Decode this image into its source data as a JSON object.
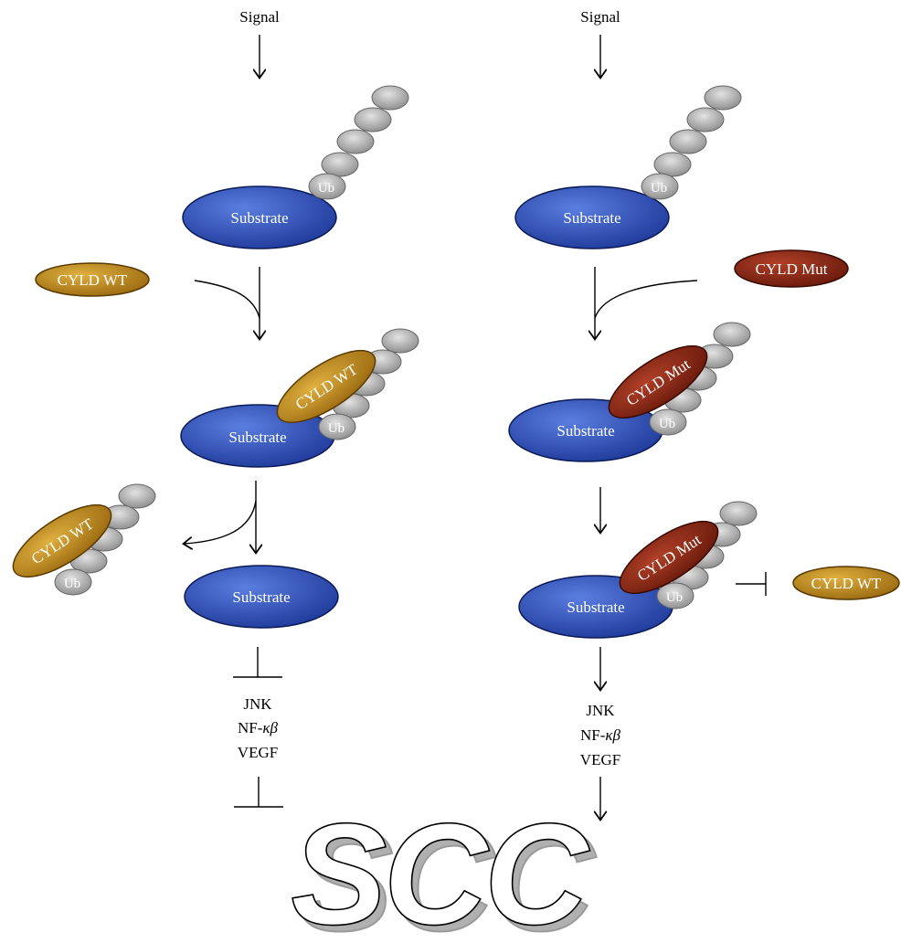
{
  "left": {
    "signal": "Signal",
    "substrate1": "Substrate",
    "ub1": "Ub",
    "cyld_free": "CYLD WT",
    "substrate2": "Substrate",
    "cyld_bound": "CYLD WT",
    "ub2": "Ub",
    "cyld_released": "CYLD WT",
    "ub_released": "Ub",
    "substrate3": "Substrate",
    "pathways": [
      "JNK",
      "NF-",
      "VEGF"
    ],
    "nf_greek": "κβ"
  },
  "right": {
    "signal": "Signal",
    "substrate1": "Substrate",
    "ub1": "Ub",
    "cyld_free": "CYLD Mut",
    "substrate2": "Substrate",
    "cyld_bound": "CYLD Mut",
    "ub2": "Ub",
    "substrate3": "Substrate",
    "cyld_bound2": "CYLD Mut",
    "ub3": "Ub",
    "cyld_wt_blocked": "CYLD WT",
    "pathways": [
      "JNK",
      "NF-",
      "VEGF"
    ],
    "nf_greek": "κβ"
  },
  "outcome": "SCC",
  "colors": {
    "substrate": "#2f4fb0",
    "cyld_wt": "#c8921e",
    "cyld_mut": "#8a2a18",
    "ubiquitin": "#a8a8a8"
  }
}
